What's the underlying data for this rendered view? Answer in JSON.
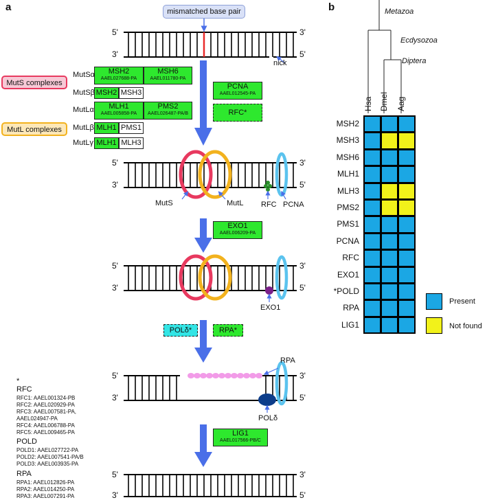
{
  "panel_a": {
    "letter": "a",
    "mismatch_label": "mismatched base pair",
    "strand_5": "5'",
    "strand_3": "3'",
    "nick_label": "nick",
    "muts_group": "MutS complexes",
    "mutl_group": "MutL complexes",
    "complexes": [
      {
        "name": "MutSα",
        "boxes": [
          {
            "main": "MSH2",
            "sub": "AAEL027688-PA"
          },
          {
            "main": "MSH6",
            "sub": "AAEL011780-PA"
          }
        ]
      },
      {
        "name": "MutSβ",
        "boxes": [
          {
            "main": "MSH2",
            "sub": ""
          },
          {
            "main": "MSH3",
            "sub": ""
          }
        ]
      },
      {
        "name": "MutLα",
        "boxes": [
          {
            "main": "MLH1",
            "sub": "AAEL005858-PA"
          },
          {
            "main": "PMS2",
            "sub": "AAEL026487-PA/B"
          }
        ]
      },
      {
        "name": "MutLβ",
        "boxes": [
          {
            "main": "MLH1",
            "sub": ""
          },
          {
            "main": "PMS1",
            "sub": ""
          }
        ]
      },
      {
        "name": "MutLγ",
        "boxes": [
          {
            "main": "MLH1",
            "sub": ""
          },
          {
            "main": "MLH3",
            "sub": ""
          }
        ]
      }
    ],
    "pcna": {
      "main": "PCNA",
      "sub": "AAEL012545-PA"
    },
    "rfc_box": "RFC*",
    "muts_label": "MutS",
    "mutl_label": "MutL",
    "rfc_label": "RFC",
    "pcna_label": "PCNA",
    "exo1_box": {
      "main": "EXO1",
      "sub": "AAEL006209-PA"
    },
    "exo1_label": "EXO1",
    "pold_box": "POLδ*",
    "rpa_box": "RPA*",
    "rpa_label": "RPA",
    "pold_label": "POLδ",
    "lig1_box": {
      "main": "LIG1",
      "sub": "AAEL017566-PB/C"
    },
    "footnote_star": "*",
    "footnote_rfc_head": "RFC",
    "footnote_rfc": [
      "RFC1: AAEL001324-PB",
      "RFC2: AAEL020929-PA",
      "RFC3: AAEL007581-PA,",
      "AAEL024947-PA",
      "RFC4: AAEL006788-PA",
      "RFC5: AAEL009465-PA"
    ],
    "footnote_pold_head": "POLD",
    "footnote_pold": [
      "POLD1: AAEL027722-PA",
      "POLD2: AAEL007541-PA/B",
      "POLD3: AAEL003935-PA"
    ],
    "footnote_rpa_head": "RPA",
    "footnote_rpa": [
      "RPA1: AAEL012826-PA",
      "RPA2: AAEL014250-PA",
      "RPA3: AAEL007291-PA"
    ]
  },
  "panel_b": {
    "letter": "b",
    "taxa": [
      "Metazoa",
      "Ecdysozoa",
      "Diptera"
    ],
    "species": [
      "Hsa",
      "Dmel",
      "Aag"
    ],
    "genes": [
      "MSH2",
      "MSH3",
      "MSH6",
      "MLH1",
      "MLH3",
      "PMS2",
      "PMS1",
      "PCNA",
      "RFC",
      "EXO1",
      "*POLD",
      "RPA",
      "LIG1"
    ],
    "matrix": [
      [
        1,
        1,
        1
      ],
      [
        1,
        0,
        0
      ],
      [
        1,
        1,
        1
      ],
      [
        1,
        1,
        1
      ],
      [
        1,
        0,
        0
      ],
      [
        1,
        0,
        0
      ],
      [
        1,
        1,
        1
      ],
      [
        1,
        1,
        1
      ],
      [
        1,
        1,
        1
      ],
      [
        1,
        1,
        1
      ],
      [
        1,
        1,
        1
      ],
      [
        1,
        1,
        1
      ],
      [
        1,
        1,
        1
      ]
    ],
    "legend": [
      {
        "label": "Present",
        "color": "#1ba7e4"
      },
      {
        "label": "Not found",
        "color": "#f2f21a"
      }
    ]
  },
  "colors": {
    "green": "#2ee82e",
    "cyan": "#33e5e5",
    "arrow": "#4a6fe8",
    "mutS_ring": "#e8395f",
    "mutL_ring": "#f2b21e",
    "pcna_ring": "#5bc3ee",
    "exo1": "#7b1f8a",
    "pold": "#0d3d8a",
    "rpa": "#f29be8",
    "rfc": "#2a8f2a",
    "present": "#1ba7e4",
    "absent": "#f2f21a"
  }
}
